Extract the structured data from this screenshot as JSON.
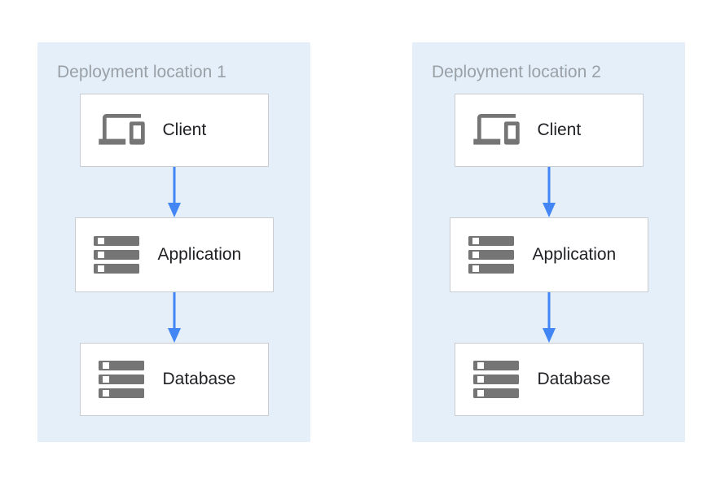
{
  "panels": [
    {
      "title": "Deployment location 1",
      "nodes": [
        {
          "label": "Client",
          "icon": "devices-icon"
        },
        {
          "label": "Application",
          "icon": "server-stack-icon"
        },
        {
          "label": "Database",
          "icon": "server-stack-icon"
        }
      ]
    },
    {
      "title": "Deployment location 2",
      "nodes": [
        {
          "label": "Client",
          "icon": "devices-icon"
        },
        {
          "label": "Application",
          "icon": "server-stack-icon"
        },
        {
          "label": "Database",
          "icon": "server-stack-icon"
        }
      ]
    }
  ],
  "colors": {
    "panel_background": "#e4eff9",
    "node_background": "#ffffff",
    "node_border": "#c9cdd2",
    "icon_gray": "#757575",
    "title_text": "#9aa0a6",
    "label_text": "#202124",
    "arrow_blue": "#4285f4"
  }
}
